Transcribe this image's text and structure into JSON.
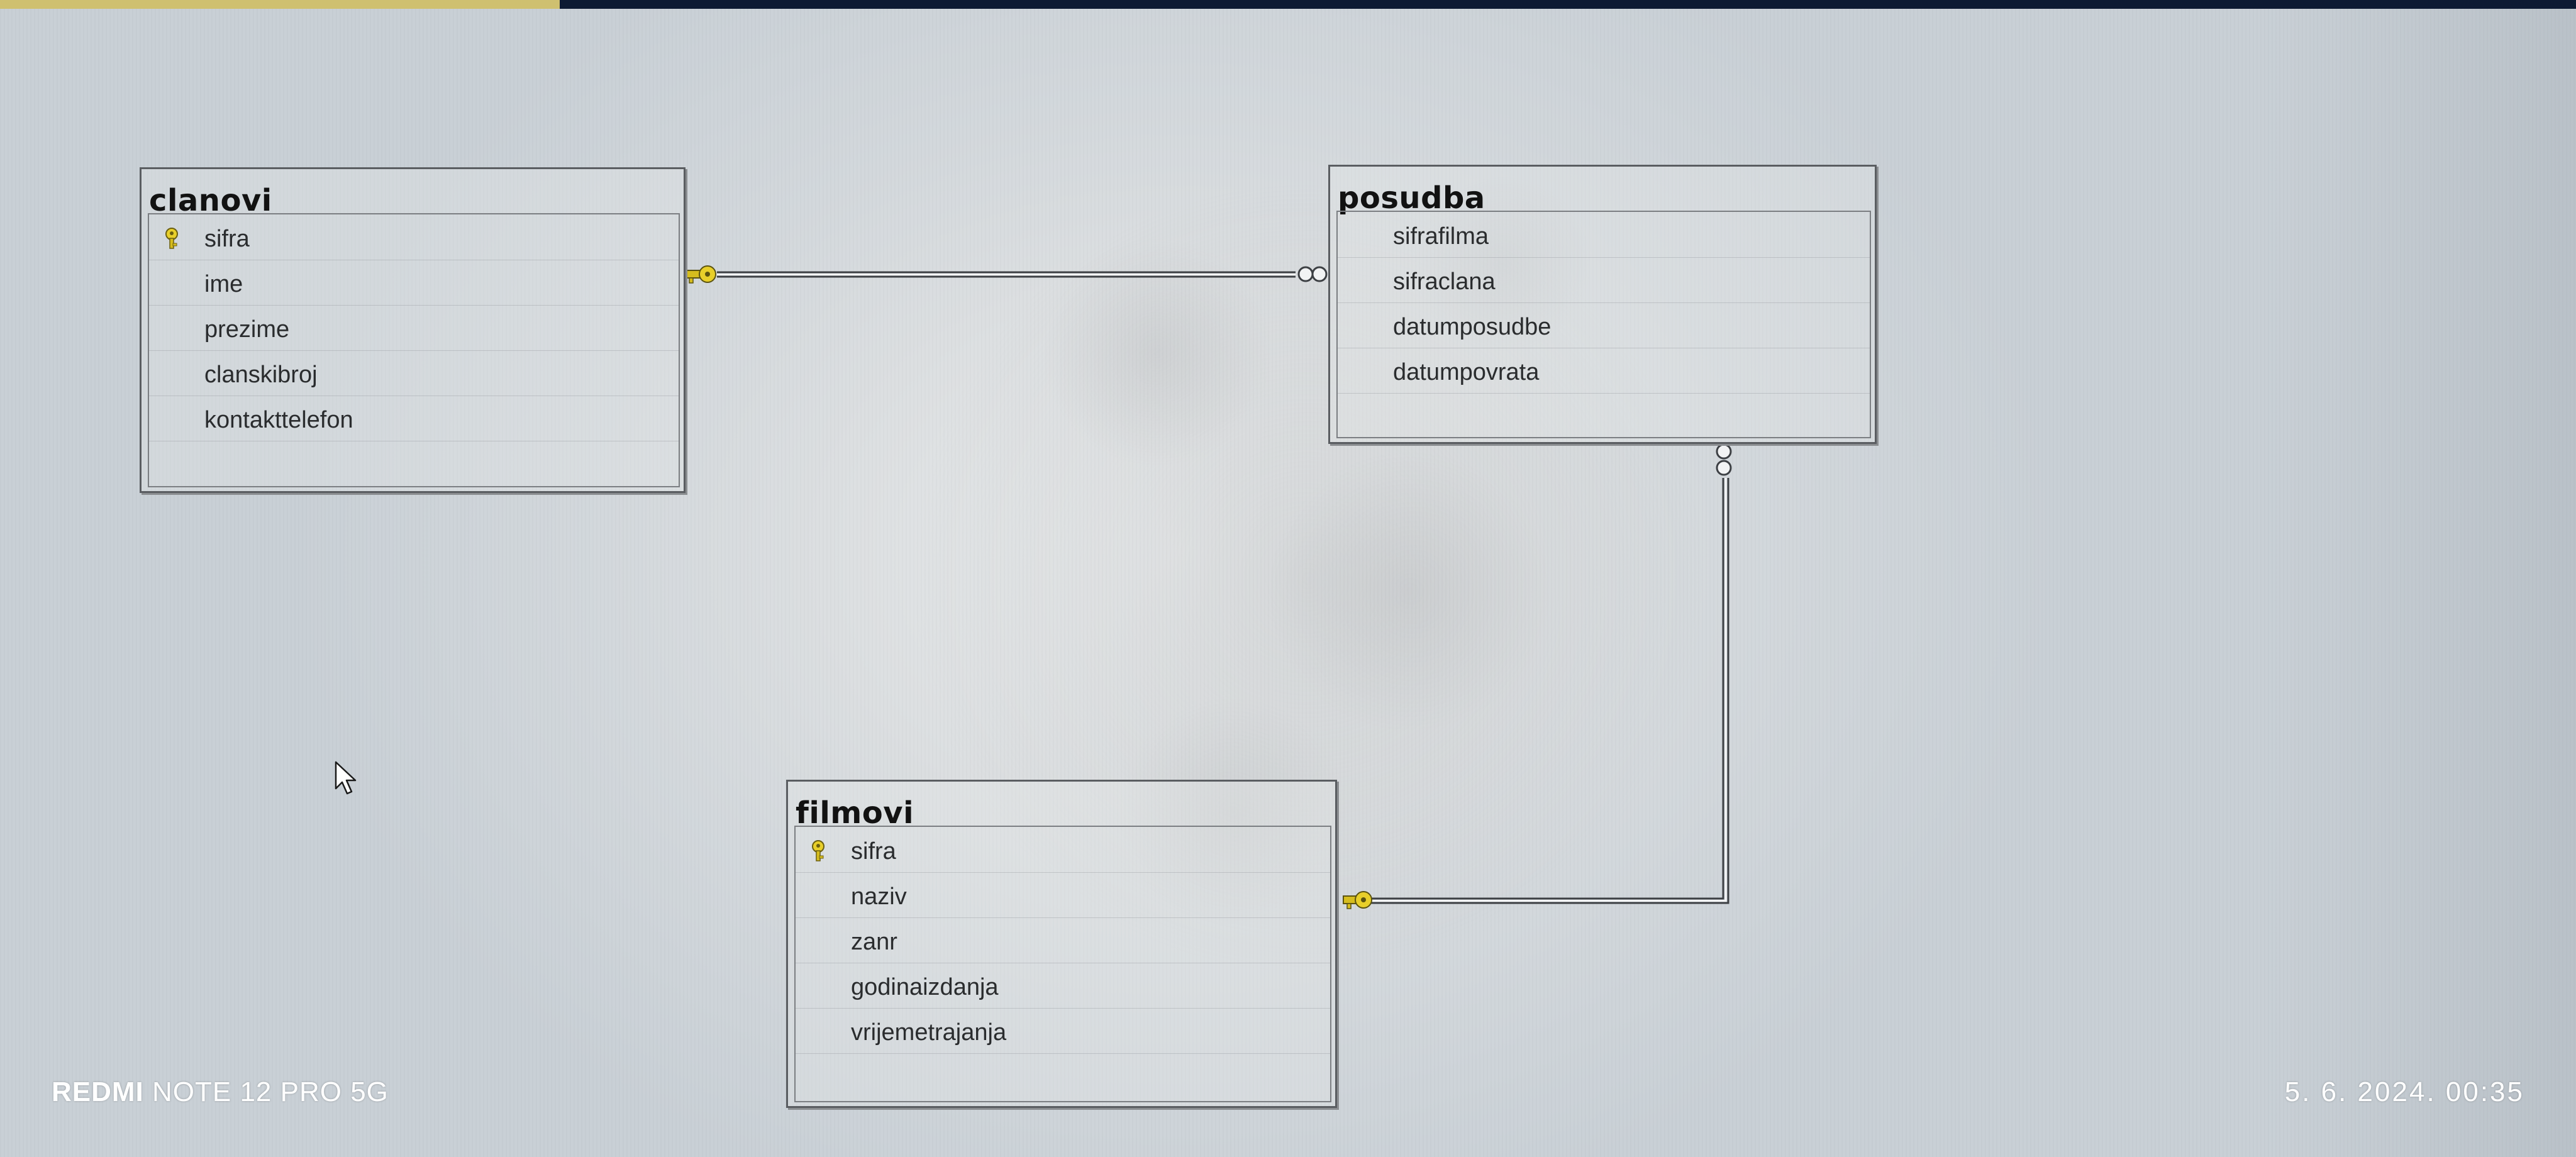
{
  "diagram": {
    "tables": [
      {
        "name": "clanovi",
        "columns": [
          {
            "name": "sifra",
            "primary_key": true
          },
          {
            "name": "ime",
            "primary_key": false
          },
          {
            "name": "prezime",
            "primary_key": false
          },
          {
            "name": "clanskibroj",
            "primary_key": false
          },
          {
            "name": "kontakttelefon",
            "primary_key": false
          }
        ]
      },
      {
        "name": "posudba",
        "columns": [
          {
            "name": "sifrafilma",
            "primary_key": false
          },
          {
            "name": "sifraclana",
            "primary_key": false
          },
          {
            "name": "datumposudbe",
            "primary_key": false
          },
          {
            "name": "datumpovrata",
            "primary_key": false
          }
        ]
      },
      {
        "name": "filmovi",
        "columns": [
          {
            "name": "sifra",
            "primary_key": true
          },
          {
            "name": "naziv",
            "primary_key": false
          },
          {
            "name": "zanr",
            "primary_key": false
          },
          {
            "name": "godinaizdanja",
            "primary_key": false
          },
          {
            "name": "vrijemetrajanja",
            "primary_key": false
          }
        ]
      }
    ],
    "relationships": [
      {
        "from": "clanovi",
        "to": "posudba",
        "from_end": "key-icon",
        "to_end": "infinity-icon"
      },
      {
        "from": "filmovi",
        "to": "posudba",
        "from_end": "key-icon",
        "to_end": "infinity-icon"
      }
    ]
  },
  "photo_watermark": {
    "device_brand": "REDMI",
    "device_model": "NOTE 12 PRO 5G",
    "datetime": "5. 6. 2024.  00:35"
  },
  "colors": {
    "key_icon": "#e8cf2a",
    "table_border": "#5a5d61",
    "line": "#3d4044"
  }
}
